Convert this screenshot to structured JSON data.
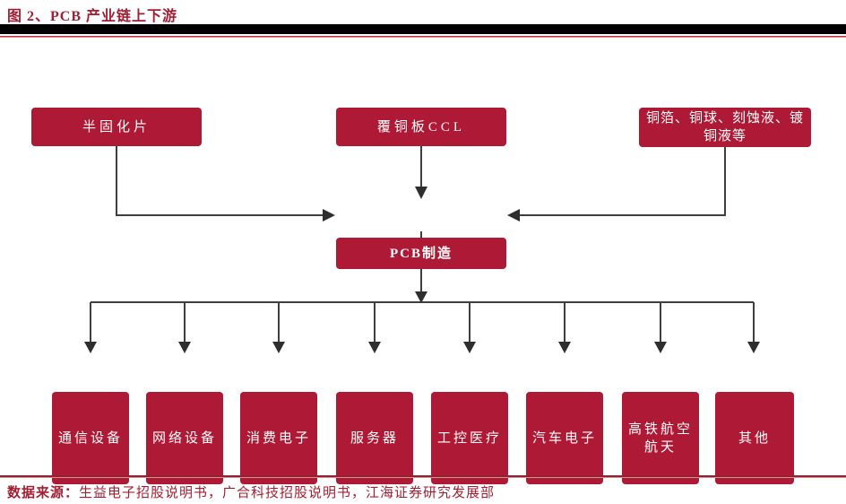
{
  "header": {
    "title": "图 2、PCB 产业链上下游"
  },
  "diagram": {
    "top_nodes": [
      {
        "label": "半固化片"
      },
      {
        "label": "覆铜板CCL"
      },
      {
        "label": "铜箔、铜球、刻蚀液、镀铜液等"
      }
    ],
    "center_node": {
      "label": "PCB制造"
    },
    "bottom_nodes": [
      {
        "label": "通信设备"
      },
      {
        "label": "网络设备"
      },
      {
        "label": "消费电子"
      },
      {
        "label": "服务器"
      },
      {
        "label": "工控医疗"
      },
      {
        "label": "汽车电子"
      },
      {
        "label": "高铁航空航天"
      },
      {
        "label": "其他"
      }
    ],
    "edges": [
      {
        "from": "半固化片",
        "to": "PCB制造"
      },
      {
        "from": "覆铜板CCL",
        "to": "PCB制造"
      },
      {
        "from": "铜箔、铜球、刻蚀液、镀铜液等",
        "to": "PCB制造"
      },
      {
        "from": "PCB制造",
        "to": "通信设备"
      },
      {
        "from": "PCB制造",
        "to": "网络设备"
      },
      {
        "from": "PCB制造",
        "to": "消费电子"
      },
      {
        "from": "PCB制造",
        "to": "服务器"
      },
      {
        "from": "PCB制造",
        "to": "工控医疗"
      },
      {
        "from": "PCB制造",
        "to": "汽车电子"
      },
      {
        "from": "PCB制造",
        "to": "高铁航空航天"
      },
      {
        "from": "PCB制造",
        "to": "其他"
      }
    ]
  },
  "footer": {
    "label": "数据来源：",
    "text": "生益电子招股说明书，广合科技招股说明书，江海证券研究发展部"
  },
  "colors": {
    "node_fill": "#AE1A35",
    "title_text": "#A31E32",
    "top_accent_line": "#C3353B",
    "bottom_accent_line": "#8F2430",
    "connector": "#3F3F3F",
    "divider_bar": "#000000"
  }
}
